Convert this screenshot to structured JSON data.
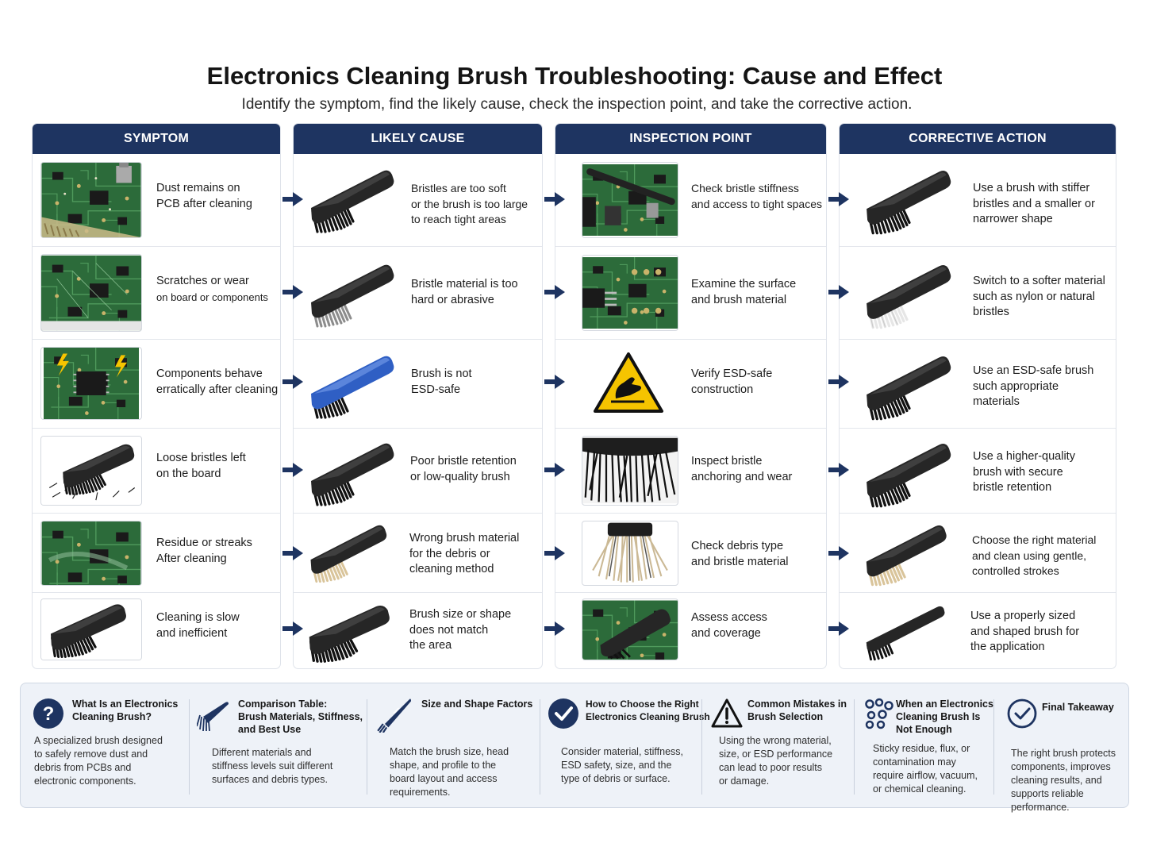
{
  "header": {
    "title": "Electronics Cleaning Brush Troubleshooting: Cause and Effect",
    "subtitle": "Identify the symptom, find the likely cause, check the inspection point, and take the corrective action."
  },
  "columns": [
    "SYMPTOM",
    "LIKELY CAUSE",
    "INSPECTION POINT",
    "CORRECTIVE ACTION"
  ],
  "rows": [
    {
      "symptom": [
        "Dust remains on",
        "PCB after cleaning"
      ],
      "cause": [
        "Bristles are too soft",
        "or the brush is too large",
        "to reach tight areas"
      ],
      "inspection": [
        "Check bristle stiffness",
        "and access to tight spaces"
      ],
      "action": [
        "Use a brush with stiffer",
        "bristles and a smaller or",
        "narrower shape"
      ]
    },
    {
      "symptom": [
        "Scratches or wear",
        "on board or components"
      ],
      "cause": [
        "Bristle material is too",
        "hard or abrasive"
      ],
      "inspection": [
        "Examine the surface",
        "and brush material"
      ],
      "action": [
        "Switch to a softer material",
        "such as nylon or natural",
        "bristles"
      ]
    },
    {
      "symptom": [
        "Components behave",
        "erratically after cleaning"
      ],
      "cause": [
        "Brush is not",
        "ESD-safe"
      ],
      "inspection": [
        "Verify ESD-safe",
        "construction"
      ],
      "action": [
        "Use an ESD-safe brush",
        "such appropriate",
        "materials"
      ]
    },
    {
      "symptom": [
        "Loose bristles left",
        "on the board"
      ],
      "cause": [
        "Poor bristle retention",
        "or low-quality brush"
      ],
      "inspection": [
        "Inspect bristle",
        "anchoring and wear"
      ],
      "action": [
        "Use a higher-quality",
        "brush with secure",
        "bristle retention"
      ]
    },
    {
      "symptom": [
        "Residue or streaks",
        "After cleaning"
      ],
      "cause": [
        "Wrong brush material",
        "for the debris or",
        "cleaning method"
      ],
      "inspection": [
        "Check debris type",
        "and bristle material"
      ],
      "action": [
        "Choose the right material",
        "and clean using gentle,",
        "controlled strokes"
      ]
    },
    {
      "symptom": [
        "Cleaning is slow",
        "and inefficient"
      ],
      "cause": [
        "Brush size or shape",
        "does not match",
        "the area"
      ],
      "inspection": [
        "Assess access",
        "and coverage"
      ],
      "action": [
        "Use a properly sized",
        "and shaped brush for",
        "the application"
      ]
    }
  ],
  "info_panels": [
    {
      "icon": "question-icon",
      "title": [
        "What Is an Electronics",
        "Cleaning Brush?"
      ],
      "body": [
        "A specialized brush designed",
        "to safely remove dust and",
        "debris from PCBs and",
        "electronic components."
      ]
    },
    {
      "icon": "brush-icon",
      "title": [
        "Comparison Table:",
        "Brush Materials, Stiffness,",
        "and Best Use"
      ],
      "body": [
        "Different materials and",
        "stiffness levels suit different",
        "surfaces and debris types."
      ]
    },
    {
      "icon": "slim-brush-icon",
      "title": [
        "Size and Shape Factors"
      ],
      "body": [
        "Match the brush size, head",
        "shape, and profile to the",
        "board layout and access",
        "requirements."
      ]
    },
    {
      "icon": "check-circle-icon",
      "title": [
        "How to Choose the Right",
        "Electronics Cleaning Brush"
      ],
      "body": [
        "Consider material, stiffness,",
        "ESD safety, size, and the",
        "type of debris or surface."
      ]
    },
    {
      "icon": "warning-icon",
      "title": [
        "Common Mistakes in",
        "Brush Selection"
      ],
      "body": [
        "Using the wrong material,",
        "size, or ESD performance",
        "can lead to poor results",
        "or damage."
      ]
    },
    {
      "icon": "particles-icon",
      "title": [
        "When an Electronics",
        "Cleaning Brush Is",
        "Not Enough"
      ],
      "body": [
        "Sticky residue, flux, or",
        "contamination may",
        "require airflow, vacuum,",
        "or chemical cleaning."
      ]
    },
    {
      "icon": "check-outline-icon",
      "title": [
        "Final Takeaway"
      ],
      "body": [
        "The right brush protects",
        "components, improves",
        "cleaning results, and",
        "supports reliable",
        "performance."
      ]
    }
  ],
  "colors": {
    "header_navy": "#1e3461",
    "pcb_green": "#2c6b3a",
    "bristle_black": "#151515",
    "esd_yellow": "#f5c400",
    "esd_blue": "#2f5fc4"
  }
}
